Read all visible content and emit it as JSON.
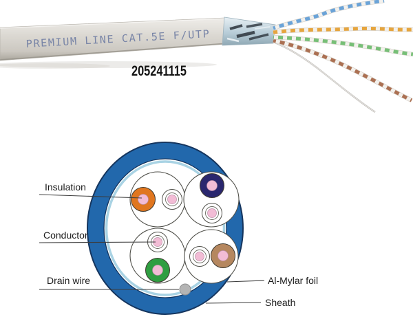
{
  "product_photo": {
    "cable_print": "PREMIUM LINE CAT.5E F/UTP",
    "part_number": "205241115",
    "jacket_color": "#dcd9d3",
    "foil_color": "#bfd2db",
    "pair_colors": {
      "blue": "#6aa3d8",
      "orange": "#e6a53e",
      "green": "#77bf77",
      "brown": "#ab7052"
    },
    "drain_wire_color": "#e2e0dd"
  },
  "diagram": {
    "labels": {
      "insulation": "Insulation",
      "conductor": "Conductor",
      "drain_wire": "Drain wire",
      "al_mylar_foil": "Al-Mylar foil",
      "sheath": "Sheath"
    },
    "colors": {
      "sheath": "#2268ac",
      "sheath_outline": "#15355e",
      "foil": "#a9d3e4",
      "interior": "#ffffff",
      "conductor_pink": "#f2bcd5",
      "drain_gray": "#b4b4b4",
      "pair_orange": "#e0761f",
      "pair_blue": "#2a276e",
      "pair_green": "#2f9e41",
      "pair_brown": "#b5875f"
    }
  }
}
